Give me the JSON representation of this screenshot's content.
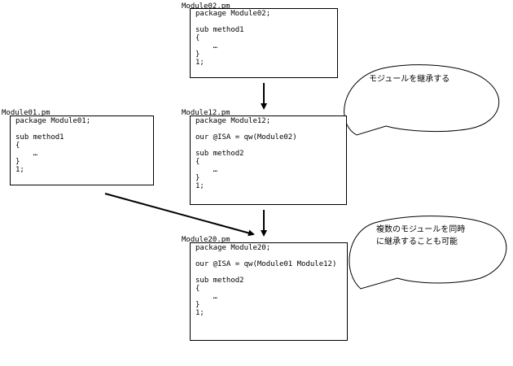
{
  "modules": {
    "module02": {
      "filename": "Module02.pm",
      "code": [
        "package Module02;",
        "",
        "sub method1",
        "{",
        "    …",
        "}",
        "1;"
      ]
    },
    "module12": {
      "filename": "Module12.pm",
      "code": [
        "package Module12;",
        "",
        "our @ISA = qw(Module02)",
        "",
        "sub method2",
        "{",
        "    …",
        "}",
        "1;"
      ]
    },
    "module01": {
      "filename": "Module01.pm",
      "code": [
        "package Module01;",
        "",
        "sub method1",
        "{",
        "    …",
        "}",
        "1;"
      ]
    },
    "module20": {
      "filename": "Module20.pm",
      "code": [
        "package Module20;",
        "",
        "our @ISA = qw(Module01 Module12)",
        "",
        "sub method2",
        "{",
        "    …",
        "}",
        "1;"
      ]
    }
  },
  "callouts": {
    "inherit_single": "モジュールを継承する",
    "inherit_multiple": [
      "複数のモジュールを同時",
      "に継承することも可能"
    ]
  },
  "colors": {
    "stroke": "#000000",
    "fill": "#ffffff"
  }
}
